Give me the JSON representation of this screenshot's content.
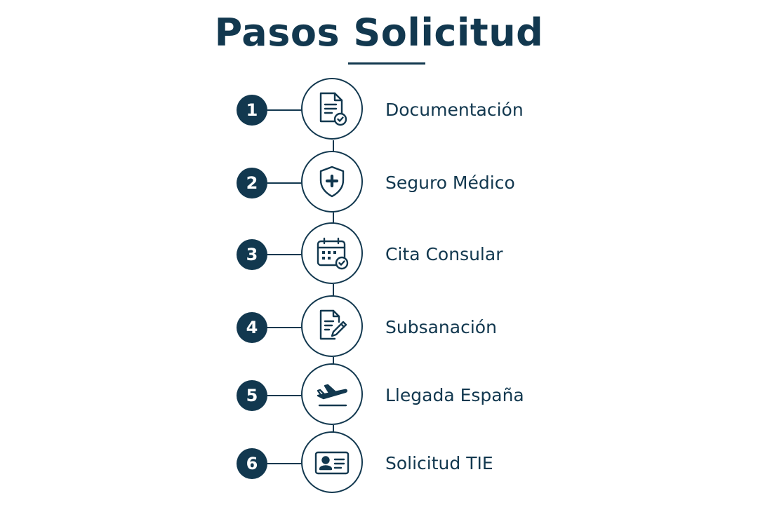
{
  "title": "Pasos Solicitud",
  "steps": [
    {
      "number": "1",
      "label": "Documentación",
      "icon": "document-check-icon"
    },
    {
      "number": "2",
      "label": "Seguro Médico",
      "icon": "shield-plus-icon"
    },
    {
      "number": "3",
      "label": "Cita Consular",
      "icon": "calendar-check-icon"
    },
    {
      "number": "4",
      "label": "Subsanación",
      "icon": "document-edit-icon"
    },
    {
      "number": "5",
      "label": "Llegada España",
      "icon": "airplane-landing-icon"
    },
    {
      "number": "6",
      "label": "Solicitud TIE",
      "icon": "id-card-icon"
    }
  ],
  "colors": {
    "primary": "#12384f",
    "background": "#ffffff"
  }
}
